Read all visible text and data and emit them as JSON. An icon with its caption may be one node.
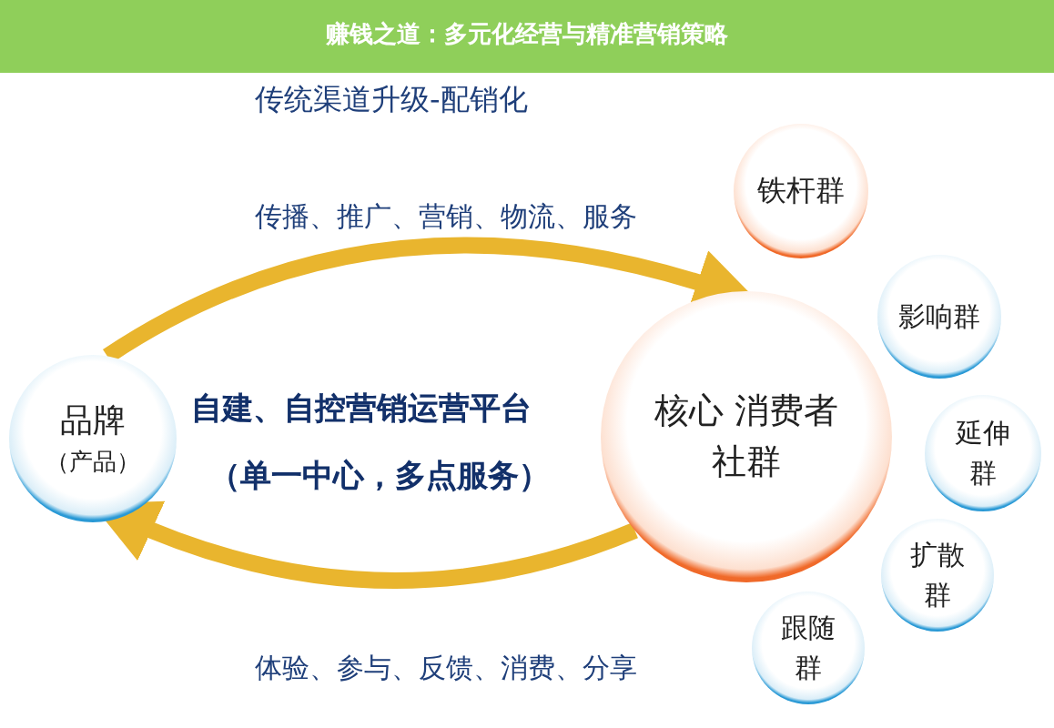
{
  "diagram": {
    "title": "赚钱之道：多元化经营与精准营销策略",
    "nodes": [
      {
        "text": [
          "品牌",
          "（产品）"
        ]
      },
      {
        "text": [
          "核心 消费者社群"
        ]
      },
      {
        "text": [
          "铁杆群"
        ]
      },
      {
        "text": [
          "影响群"
        ]
      },
      {
        "text": [
          "延伸群"
        ]
      },
      {
        "text": [
          "扩散群"
        ]
      },
      {
        "text": [
          "跟随群"
        ]
      }
    ],
    "edges": [
      {
        "from": 0,
        "to": 1,
        "arrow": "to",
        "label": "传播、推广、营销、物流、服务"
      },
      {
        "from": 1,
        "to": 0,
        "arrow": "to",
        "label": "体验、参与、反馈、消费、分享"
      }
    ],
    "labels": [
      "传统渠道升级-配销化",
      "自建、自控营销运营平台",
      "（单一中心，多点服务）"
    ]
  }
}
